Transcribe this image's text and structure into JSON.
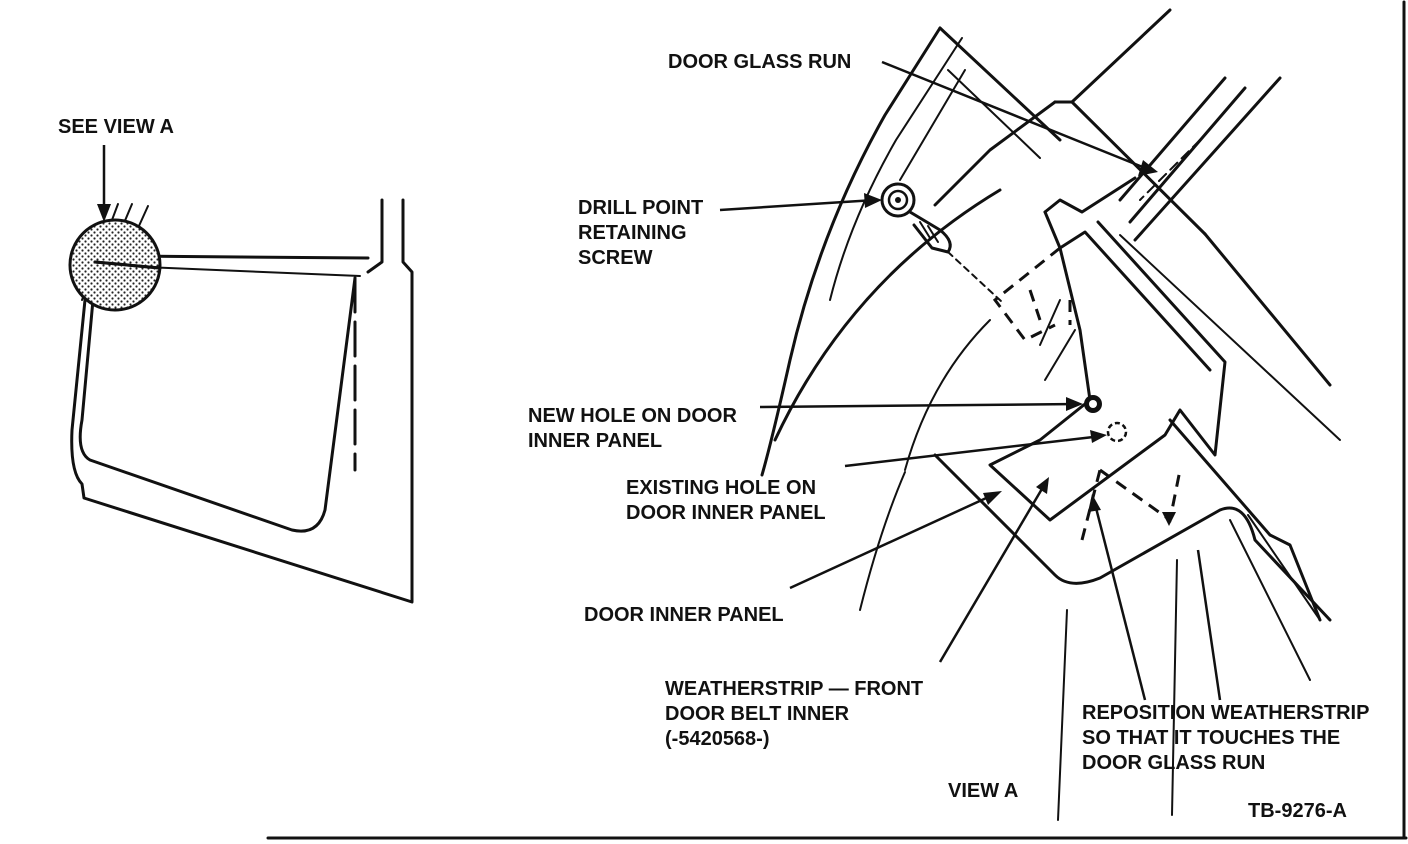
{
  "labels": {
    "see_view_a": "SEE VIEW A",
    "door_glass_run": "DOOR GLASS RUN",
    "drill_point": [
      "DRILL POINT",
      "RETAINING",
      "SCREW"
    ],
    "new_hole": [
      "NEW HOLE ON DOOR",
      "INNER PANEL"
    ],
    "existing_hole": [
      "EXISTING HOLE ON",
      "DOOR INNER PANEL"
    ],
    "door_inner_panel": "DOOR INNER PANEL",
    "weatherstrip": [
      "WEATHERSTRIP — FRONT",
      "DOOR BELT INNER",
      "(-5420568-)"
    ],
    "reposition": [
      "REPOSITION WEATHERSTRIP",
      "SO THAT IT TOUCHES THE",
      "DOOR GLASS RUN"
    ],
    "view_a": "VIEW A",
    "figure_id": "TB-9276-A"
  }
}
